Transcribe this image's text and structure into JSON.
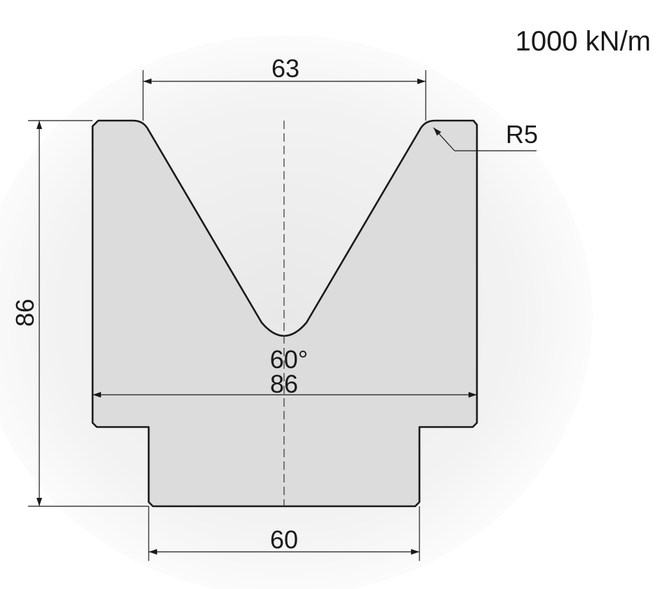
{
  "load_rating": "1000 kN/m",
  "dimensions": {
    "top_opening": "63",
    "height": "86",
    "radius": "R5",
    "angle": "60°",
    "width": "86",
    "base_width": "60"
  },
  "colors": {
    "profile_fill": "#dcdcdc",
    "outline": "#1a1a1a",
    "background": "#ffffff"
  }
}
